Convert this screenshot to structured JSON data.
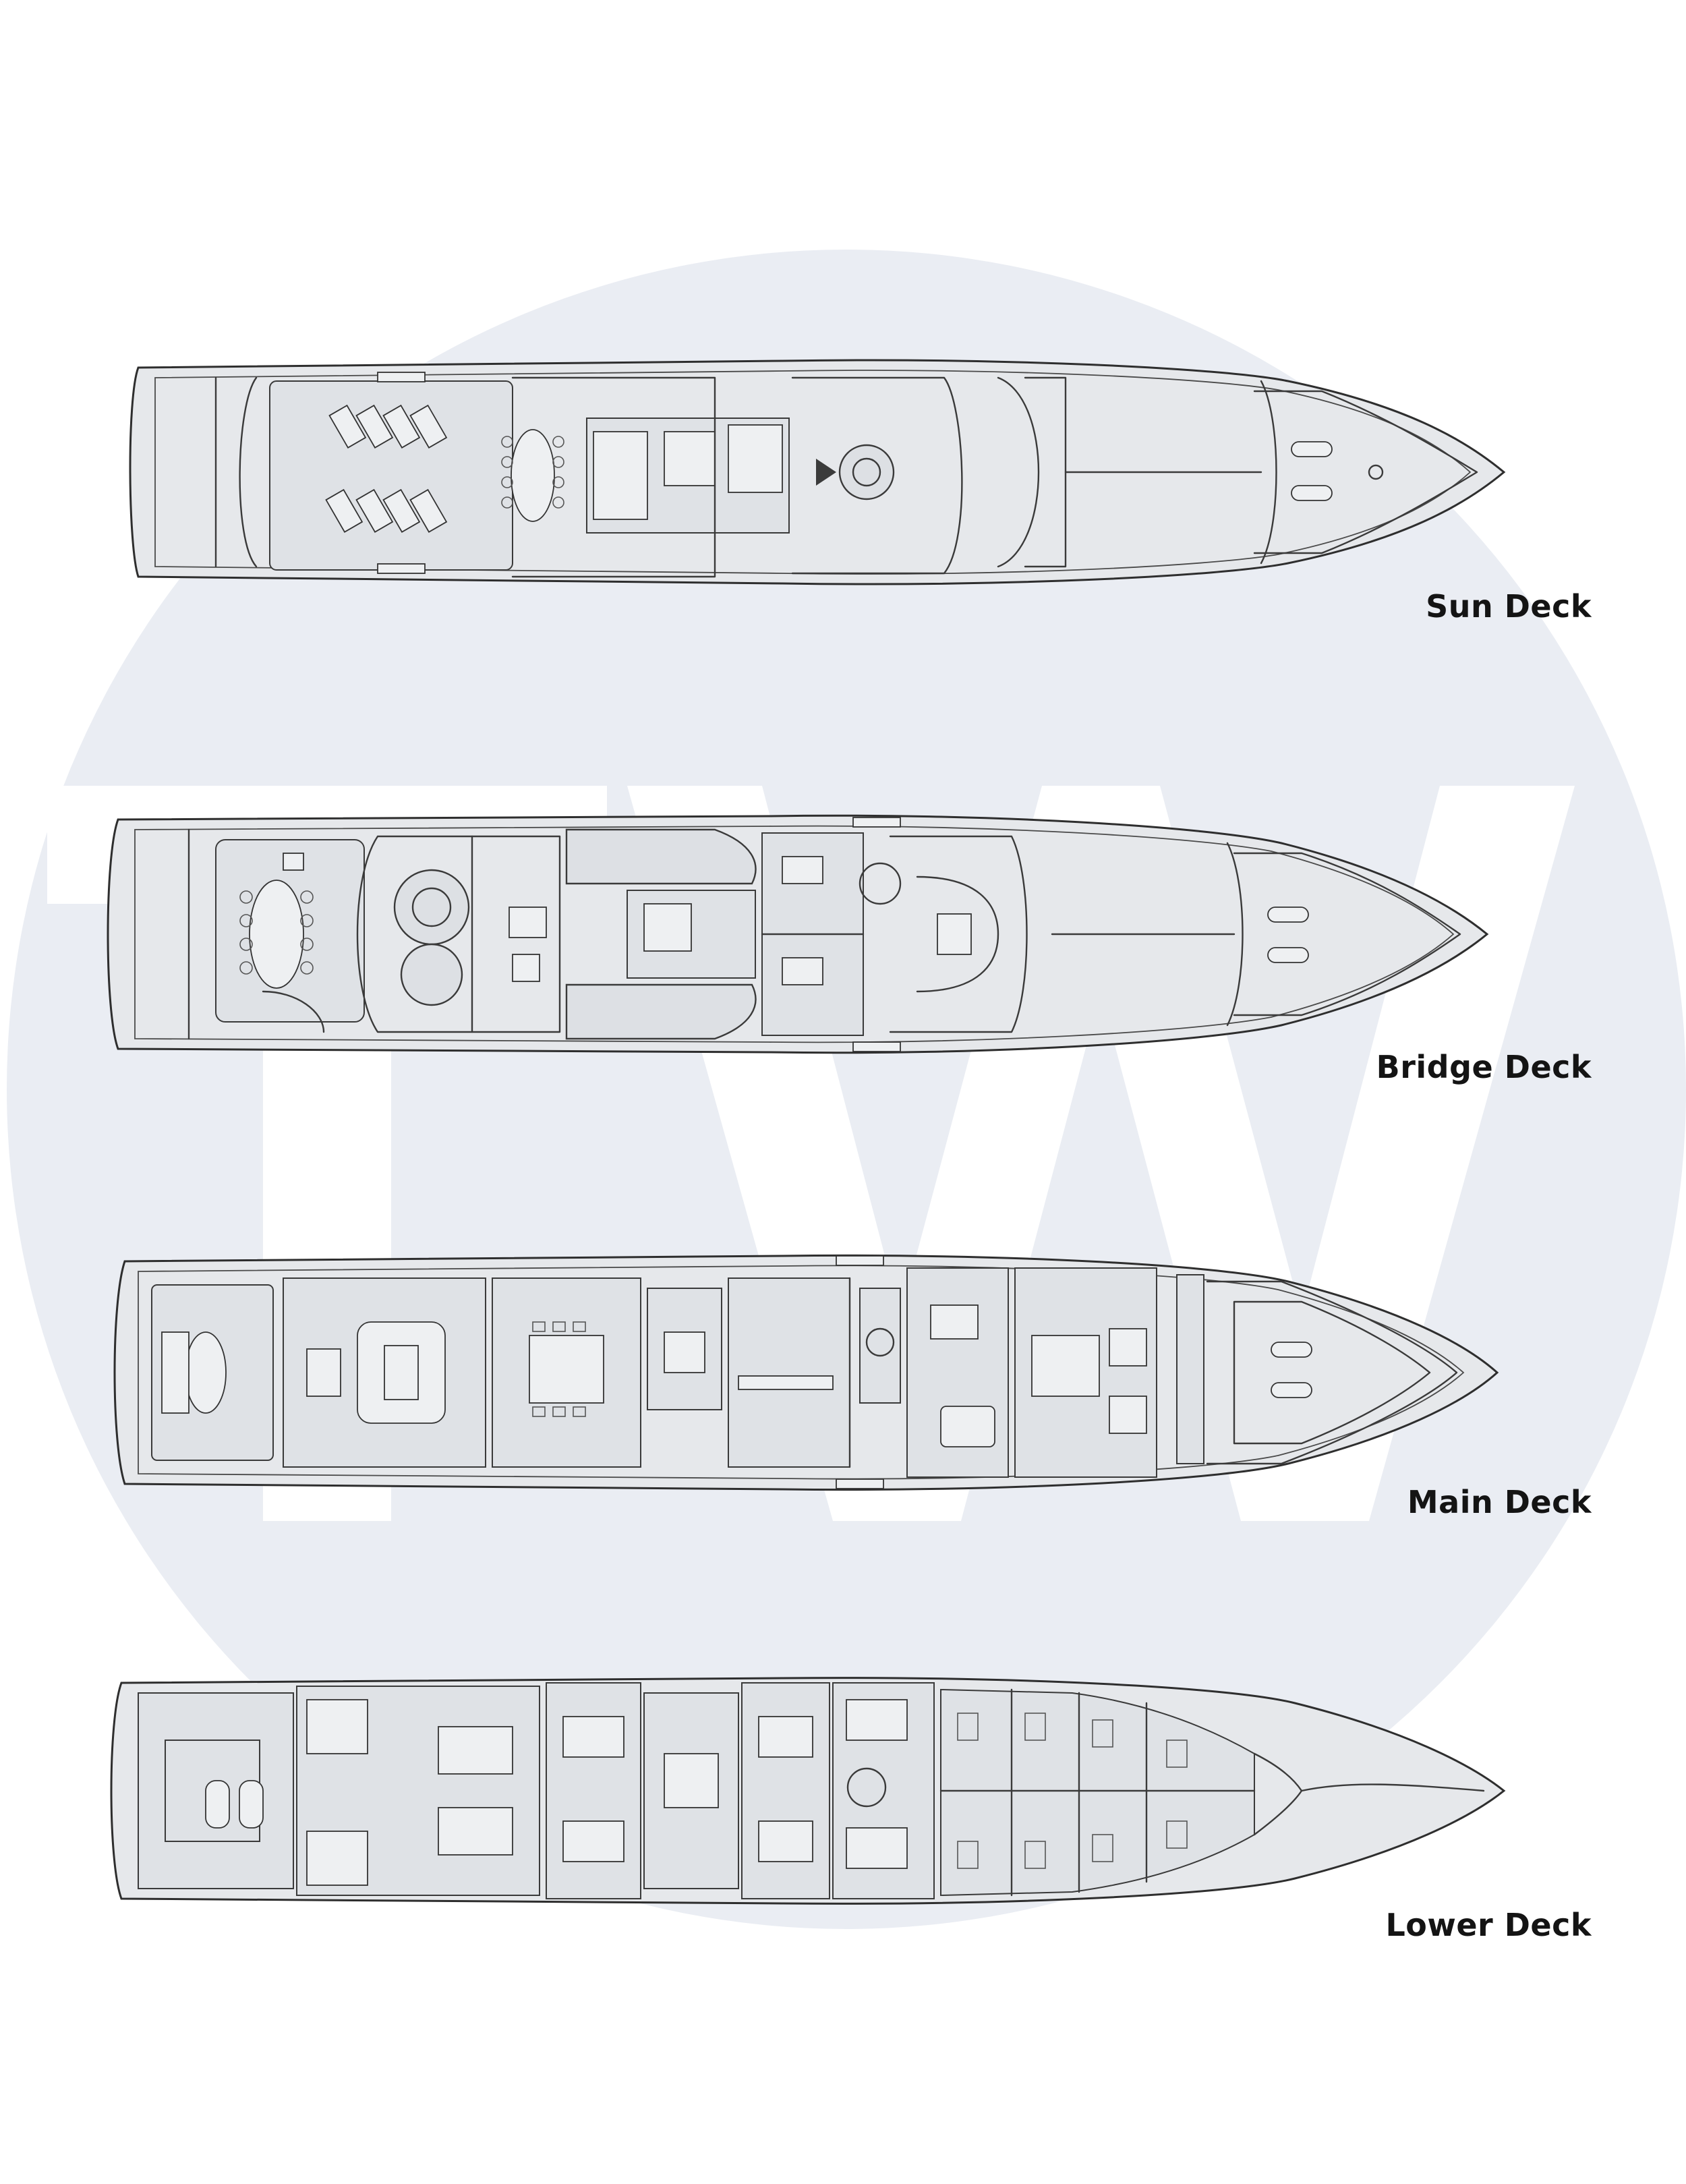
{
  "watermark": {
    "letters": "TW",
    "circle_color": "#eaedf3",
    "letter_color": "#ffffff"
  },
  "decks": [
    {
      "id": "sun",
      "label": "Sun Deck"
    },
    {
      "id": "bridge",
      "label": "Bridge Deck"
    },
    {
      "id": "main",
      "label": "Main Deck"
    },
    {
      "id": "lower",
      "label": "Lower Deck"
    }
  ],
  "colors": {
    "hull_fill": "#e6e8eb",
    "line": "#3a3a3a",
    "label": "#141414"
  }
}
